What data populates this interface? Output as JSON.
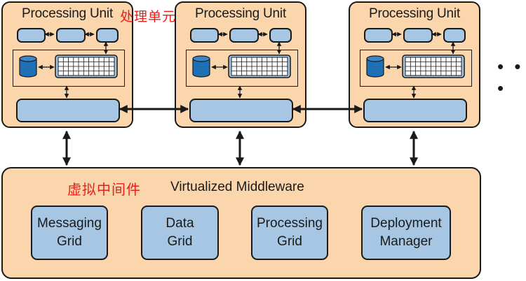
{
  "units": [
    {
      "title": "Processing Unit"
    },
    {
      "title": "Processing Unit"
    },
    {
      "title": "Processing Unit"
    }
  ],
  "unit_title_cn": "处理单元",
  "ellipsis": "• • •",
  "middleware": {
    "title": "Virtualized Middleware",
    "title_cn": "虚拟中间件",
    "components": [
      {
        "label": "Messaging\nGrid"
      },
      {
        "label": "Data\nGrid"
      },
      {
        "label": "Processing\nGrid"
      },
      {
        "label": "Deployment\nManager"
      }
    ]
  },
  "colors": {
    "panel_fill": "#fbd5ab",
    "component_fill": "#a6c6e3",
    "database_fill": "#1f6fb4",
    "outline": "#1a1a1a",
    "chinese_label": "#e8201c"
  }
}
